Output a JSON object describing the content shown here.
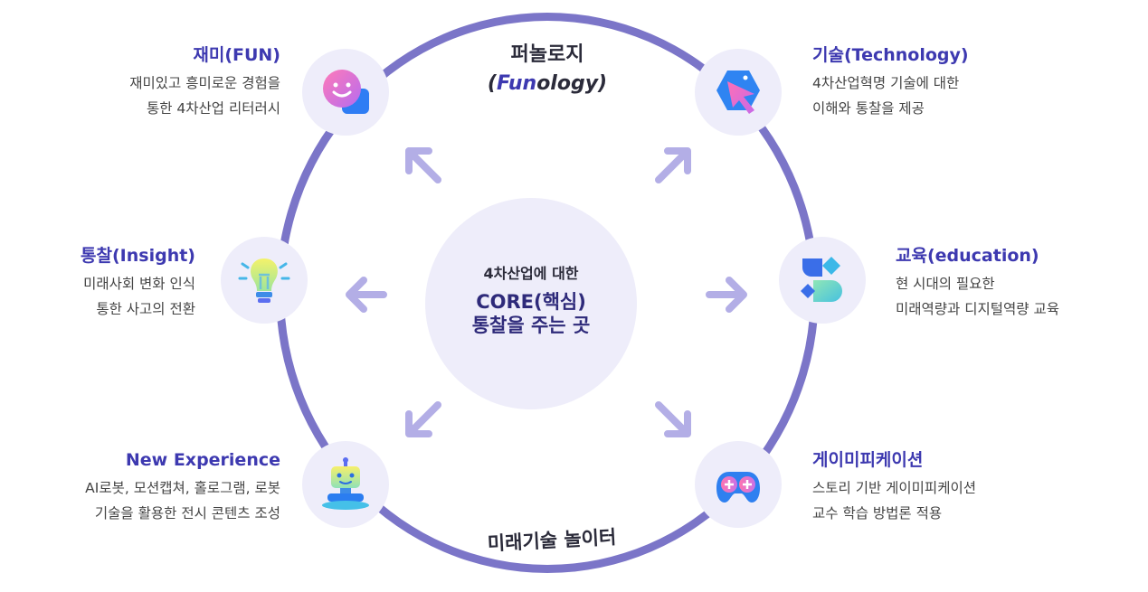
{
  "center": {
    "line1": "4차산업에 대한",
    "line2": "CORE(핵심)",
    "line3": "통찰을 주는 곳"
  },
  "top_label": {
    "line1": "퍼놀로지",
    "paren_open": "(",
    "fun": "Fun",
    "ology": "ology",
    "paren_close": ")"
  },
  "bottom_label": "미래기술 놀이터",
  "features": {
    "fun": {
      "title": "재미(FUN)",
      "lines": [
        "재미있고 흥미로운 경험을",
        "통한 4차산업 리터러시"
      ],
      "icon": "chat-smile-icon"
    },
    "insight": {
      "title": "통찰(Insight)",
      "lines": [
        "미래사회 변화 인식",
        "통한 사고의 전환"
      ],
      "icon": "lightbulb-icon"
    },
    "experience": {
      "title": "New Experience",
      "lines": [
        "AI로봇, 모션캡쳐, 홀로그램, 로봇",
        "기술을 활용한 전시 콘텐츠 조성"
      ],
      "icon": "robot-icon"
    },
    "technology": {
      "title": "기술(Technology)",
      "lines": [
        "4차산업혁명 기술에 대한",
        "이해와 통찰을 제공"
      ],
      "icon": "cursor-hexagon-icon"
    },
    "education": {
      "title": "교육(education)",
      "lines": [
        "현 시대의 필요한",
        "미래역량과 디지털역량 교육"
      ],
      "icon": "shapes-icon"
    },
    "gamification": {
      "title": "게이미피케이션",
      "lines": [
        "스토리 기반 게이미피케이션",
        "교수 학습 방법론 적용"
      ],
      "icon": "gamepad-icon"
    }
  },
  "colors": {
    "ring": "#7b75c8",
    "title": "#3d39b0",
    "core_bg": "#eeedfa",
    "arrow": "#b3aee6"
  }
}
